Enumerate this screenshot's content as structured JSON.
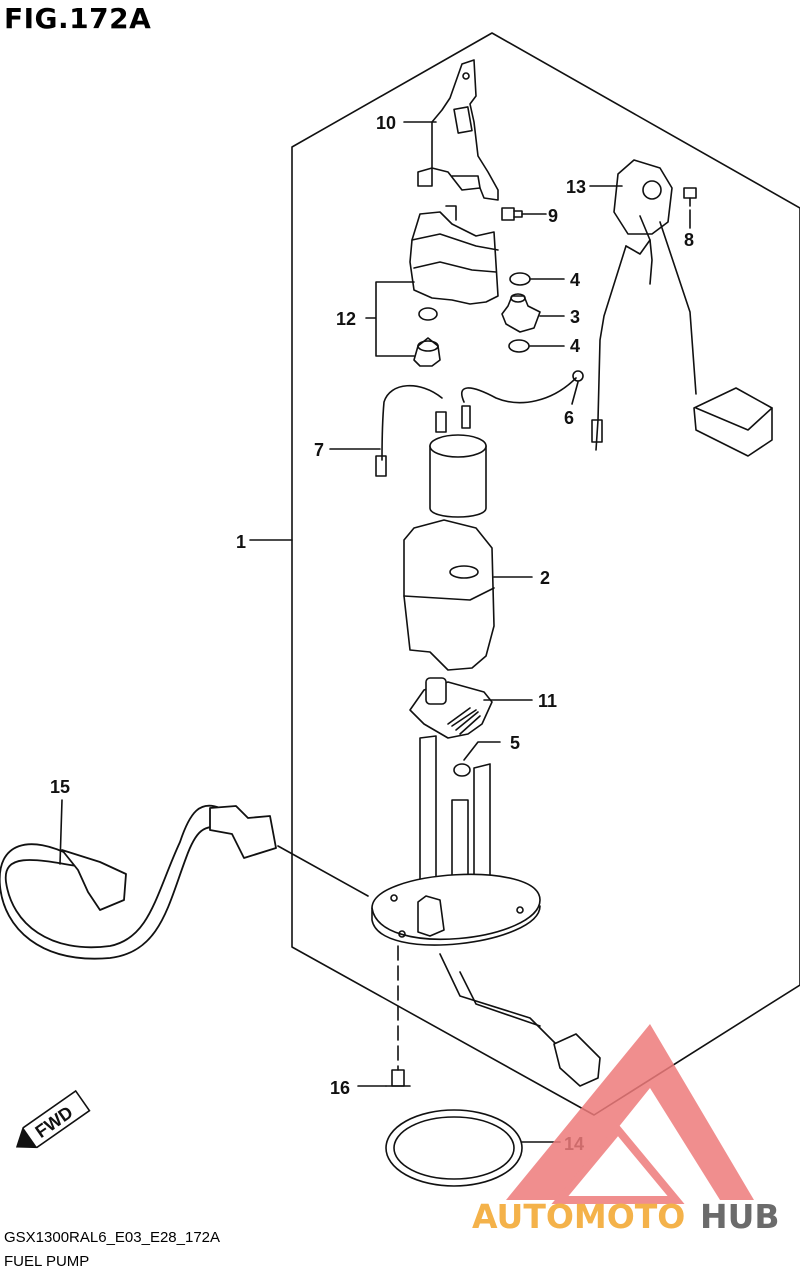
{
  "figure": {
    "title": "FIG.172A",
    "code": "GSX1300RAL6_E03_E28_172A",
    "caption": "FUEL PUMP"
  },
  "callouts": [
    {
      "id": "1",
      "label": "1"
    },
    {
      "id": "2",
      "label": "2"
    },
    {
      "id": "3",
      "label": "3"
    },
    {
      "id": "4a",
      "label": "4"
    },
    {
      "id": "4b",
      "label": "4"
    },
    {
      "id": "5",
      "label": "5"
    },
    {
      "id": "6",
      "label": "6"
    },
    {
      "id": "7",
      "label": "7"
    },
    {
      "id": "8",
      "label": "8"
    },
    {
      "id": "9",
      "label": "9"
    },
    {
      "id": "10",
      "label": "10"
    },
    {
      "id": "11",
      "label": "11"
    },
    {
      "id": "12",
      "label": "12"
    },
    {
      "id": "13",
      "label": "13"
    },
    {
      "id": "14",
      "label": "14"
    },
    {
      "id": "15",
      "label": "15"
    },
    {
      "id": "16",
      "label": "16"
    }
  ],
  "direction_badge": {
    "text": "FWD"
  },
  "watermark": {
    "part1": "AUTOMOTO",
    "part2": "HUB",
    "color1": "#f4b24a",
    "color2": "#6b6b6b",
    "logo_color": "#ee7b7b"
  }
}
